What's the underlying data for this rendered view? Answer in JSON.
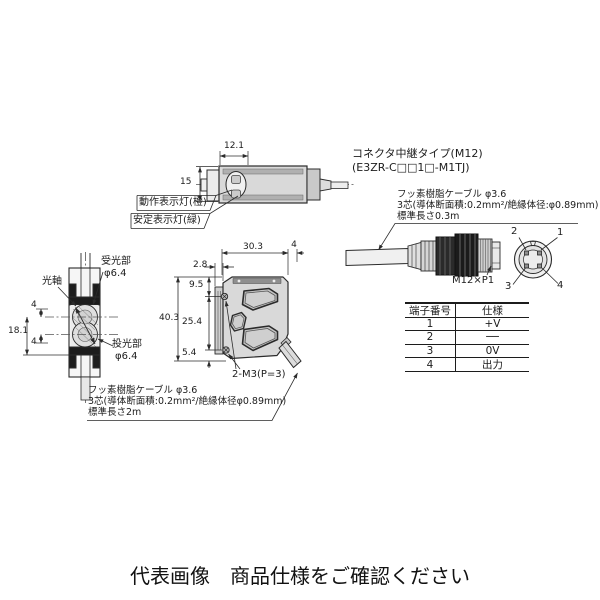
{
  "colors": {
    "line": "#2b2b2b",
    "body_fill": "#d9d9d9",
    "dark_band": "#1c1c1c",
    "strip_gray": "#b0b0b0",
    "background": "#ffffff"
  },
  "top_view": {
    "dim_width": "12.1",
    "dim_height": "15",
    "label_operation": "動作表示灯(橙)",
    "label_stability": "安定表示灯(緑)"
  },
  "front_view": {
    "receiver_label": "受光部",
    "receiver_dia": "φ6.4",
    "axis_label": "光軸",
    "dim_top": "4",
    "dim_overall": "18.1",
    "dim_bottom": "4",
    "emitter_label": "投光部",
    "emitter_dia": "φ6.4",
    "cable_note": [
      "フッ素樹脂ケーブル φ3.6",
      "3芯(導体断面積:0.2mm²/絶縁体径φ0.89mm)",
      "標準長さ2m"
    ]
  },
  "face_view": {
    "dim_width": "30.3",
    "dim_protrusion": "4",
    "dim_side": "2.8",
    "dim_hole_top": "9.5",
    "dim_overall": "40.3",
    "dim_hole_span": "25.4",
    "dim_hole_bottom": "5.4",
    "screw_label": "2-M3(P=3)"
  },
  "connector": {
    "title": "コネクタ中継タイプ(M12)",
    "model": "(E3ZR-C□□1□-M1TJ)",
    "cable_note": [
      "フッ素樹脂ケーブル φ3.6",
      "3芯(導体断面積:0.2mm²/絶縁体径:φ0.89mm)",
      "標準長さ0.3m"
    ],
    "thread_label": "M12×P1",
    "pins": {
      "p1": "1",
      "p2": "2",
      "p3": "3",
      "p4": "4"
    }
  },
  "terminal_table": {
    "headers": [
      "端子番号",
      "仕様"
    ],
    "rows": [
      [
        "1",
        "+V"
      ],
      [
        "2",
        "──"
      ],
      [
        "3",
        "0V"
      ],
      [
        "4",
        "出力"
      ]
    ]
  },
  "caption": "代表画像　商品仕様をご確認ください"
}
